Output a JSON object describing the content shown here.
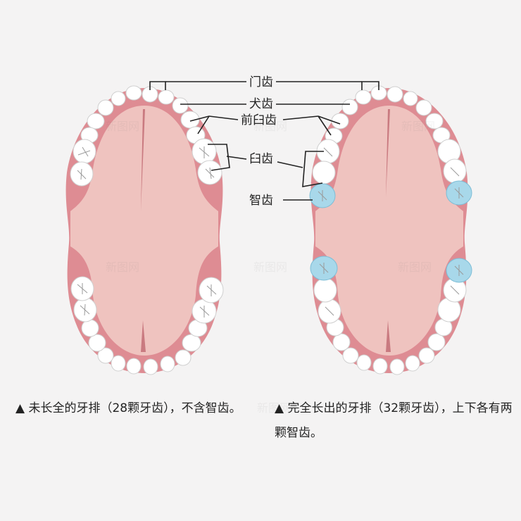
{
  "labels": {
    "incisor": "门齿",
    "canine": "犬齿",
    "premolar": "前臼齿",
    "molar": "臼齿",
    "wisdom": "智齿"
  },
  "captions": {
    "left": "▲ 未长全的牙排（28颗牙齿），不含智齿。",
    "right": "▲  完全长出的牙排（32颗牙齿），上下各有两颗智齿。"
  },
  "colors": {
    "gum": "#de8c93",
    "palate": "#efc3bf",
    "tooth": "#ffffff",
    "wisdom_tooth": "#a8d8ea"
  }
}
